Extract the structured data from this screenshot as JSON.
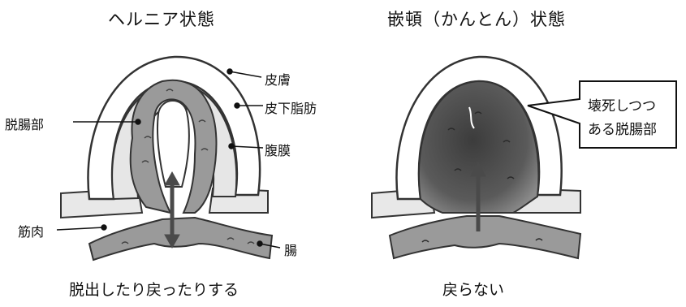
{
  "left_panel": {
    "title": "ヘルニア状態",
    "caption": "脱出したり戻ったりする",
    "labels": {
      "skin": "皮膚",
      "fat": "皮下脂肪",
      "peritoneum": "腹膜",
      "prolapsed_bowel": "脱腸部",
      "muscle": "筋肉",
      "intestine": "腸"
    }
  },
  "right_panel": {
    "title": "嵌頓（かんとん）状態",
    "caption": "戻らない",
    "callout_lines": [
      "壊死しつつ",
      "ある脱腸部"
    ]
  },
  "colors": {
    "skin_outline": "#333333",
    "fat": "#ffffff",
    "peritoneum_fill": "#e6e6e6",
    "bowel": "#9a9a9a",
    "necrotic": "#555555",
    "arrow": "#4a4a4a"
  }
}
